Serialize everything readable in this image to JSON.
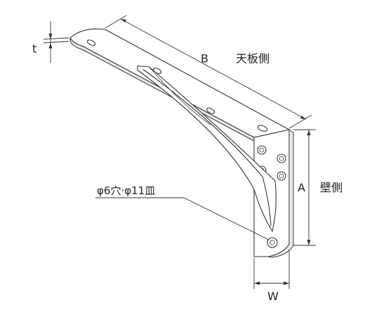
{
  "labels": {
    "thickness": "t",
    "top_length": "B",
    "top_side": "天板側",
    "height": "A",
    "wall_side": "壁側",
    "width": "W",
    "hole_note": "φ6穴·φ11皿"
  },
  "colors": {
    "line": "#333333",
    "shade": "#e9e9e9",
    "background": "#ffffff"
  }
}
